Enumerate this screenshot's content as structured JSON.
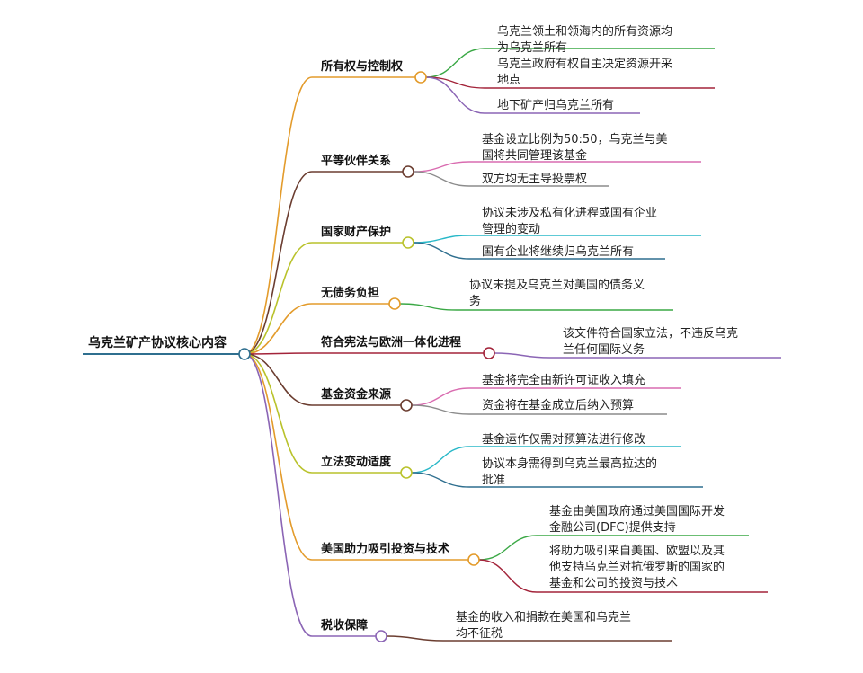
{
  "root": {
    "label": "乌克兰矿产协议核心内容",
    "color": "#2f6f8f"
  },
  "branches": [
    {
      "label": "所有权与控制权",
      "color": "#e39b2b",
      "leaves": [
        {
          "lines": [
            "乌克兰领土和领海内的所有资源均",
            "为乌克兰所有"
          ],
          "color": "#3aa845"
        },
        {
          "lines": [
            "乌克兰政府有权自主决定资源开采",
            "地点"
          ],
          "color": "#a3243a"
        },
        {
          "lines": [
            "地下矿产归乌克兰所有"
          ],
          "color": "#8b65b5"
        }
      ]
    },
    {
      "label": "平等伙伴关系",
      "color": "#6b3d30",
      "leaves": [
        {
          "lines": [
            "基金设立比例为50:50，乌克兰与美",
            "国将共同管理该基金"
          ],
          "color": "#d96cb0"
        },
        {
          "lines": [
            "双方均无主导投票权"
          ],
          "color": "#8c8c8c"
        }
      ]
    },
    {
      "label": "国家财产保护",
      "color": "#b9c22b",
      "leaves": [
        {
          "lines": [
            "协议未涉及私有化进程或国有企业",
            "管理的变动"
          ],
          "color": "#28b8c8"
        },
        {
          "lines": [
            "国有企业将继续归乌克兰所有"
          ],
          "color": "#2f6f8f"
        }
      ]
    },
    {
      "label": "无债务负担",
      "color": "#e39b2b",
      "leaves": [
        {
          "lines": [
            "协议未提及乌克兰对美国的债务义",
            "务"
          ],
          "color": "#3aa845"
        }
      ]
    },
    {
      "label": "符合宪法与欧洲一体化进程",
      "color": "#a3243a",
      "leaves": [
        {
          "lines": [
            "该文件符合国家立法，不违反乌克",
            "兰任何国际义务"
          ],
          "color": "#8b65b5"
        }
      ]
    },
    {
      "label": "基金资金来源",
      "color": "#6b3d30",
      "leaves": [
        {
          "lines": [
            "基金将完全由新许可证收入填充"
          ],
          "color": "#d96cb0"
        },
        {
          "lines": [
            "资金将在基金成立后纳入预算"
          ],
          "color": "#8c8c8c"
        }
      ]
    },
    {
      "label": "立法变动适度",
      "color": "#b9c22b",
      "leaves": [
        {
          "lines": [
            "基金运作仅需对预算法进行修改"
          ],
          "color": "#28b8c8"
        },
        {
          "lines": [
            "协议本身需得到乌克兰最高拉达的",
            "批准"
          ],
          "color": "#2f6f8f"
        }
      ]
    },
    {
      "label": "美国助力吸引投资与技术",
      "color": "#e39b2b",
      "leaves": [
        {
          "lines": [
            "基金由美国政府通过美国国际开发",
            "金融公司(DFC)提供支持"
          ],
          "color": "#3aa845"
        },
        {
          "lines": [
            "将助力吸引来自美国、欧盟以及其",
            "他支持乌克兰对抗俄罗斯的国家的",
            "基金和公司的投资与技术"
          ],
          "color": "#a3243a"
        }
      ]
    },
    {
      "label": "税收保障",
      "color": "#8b65b5",
      "leaves": [
        {
          "lines": [
            "基金的收入和捐款在美国和乌克兰",
            "均不征税"
          ],
          "color": "#6b3d30"
        }
      ]
    }
  ]
}
